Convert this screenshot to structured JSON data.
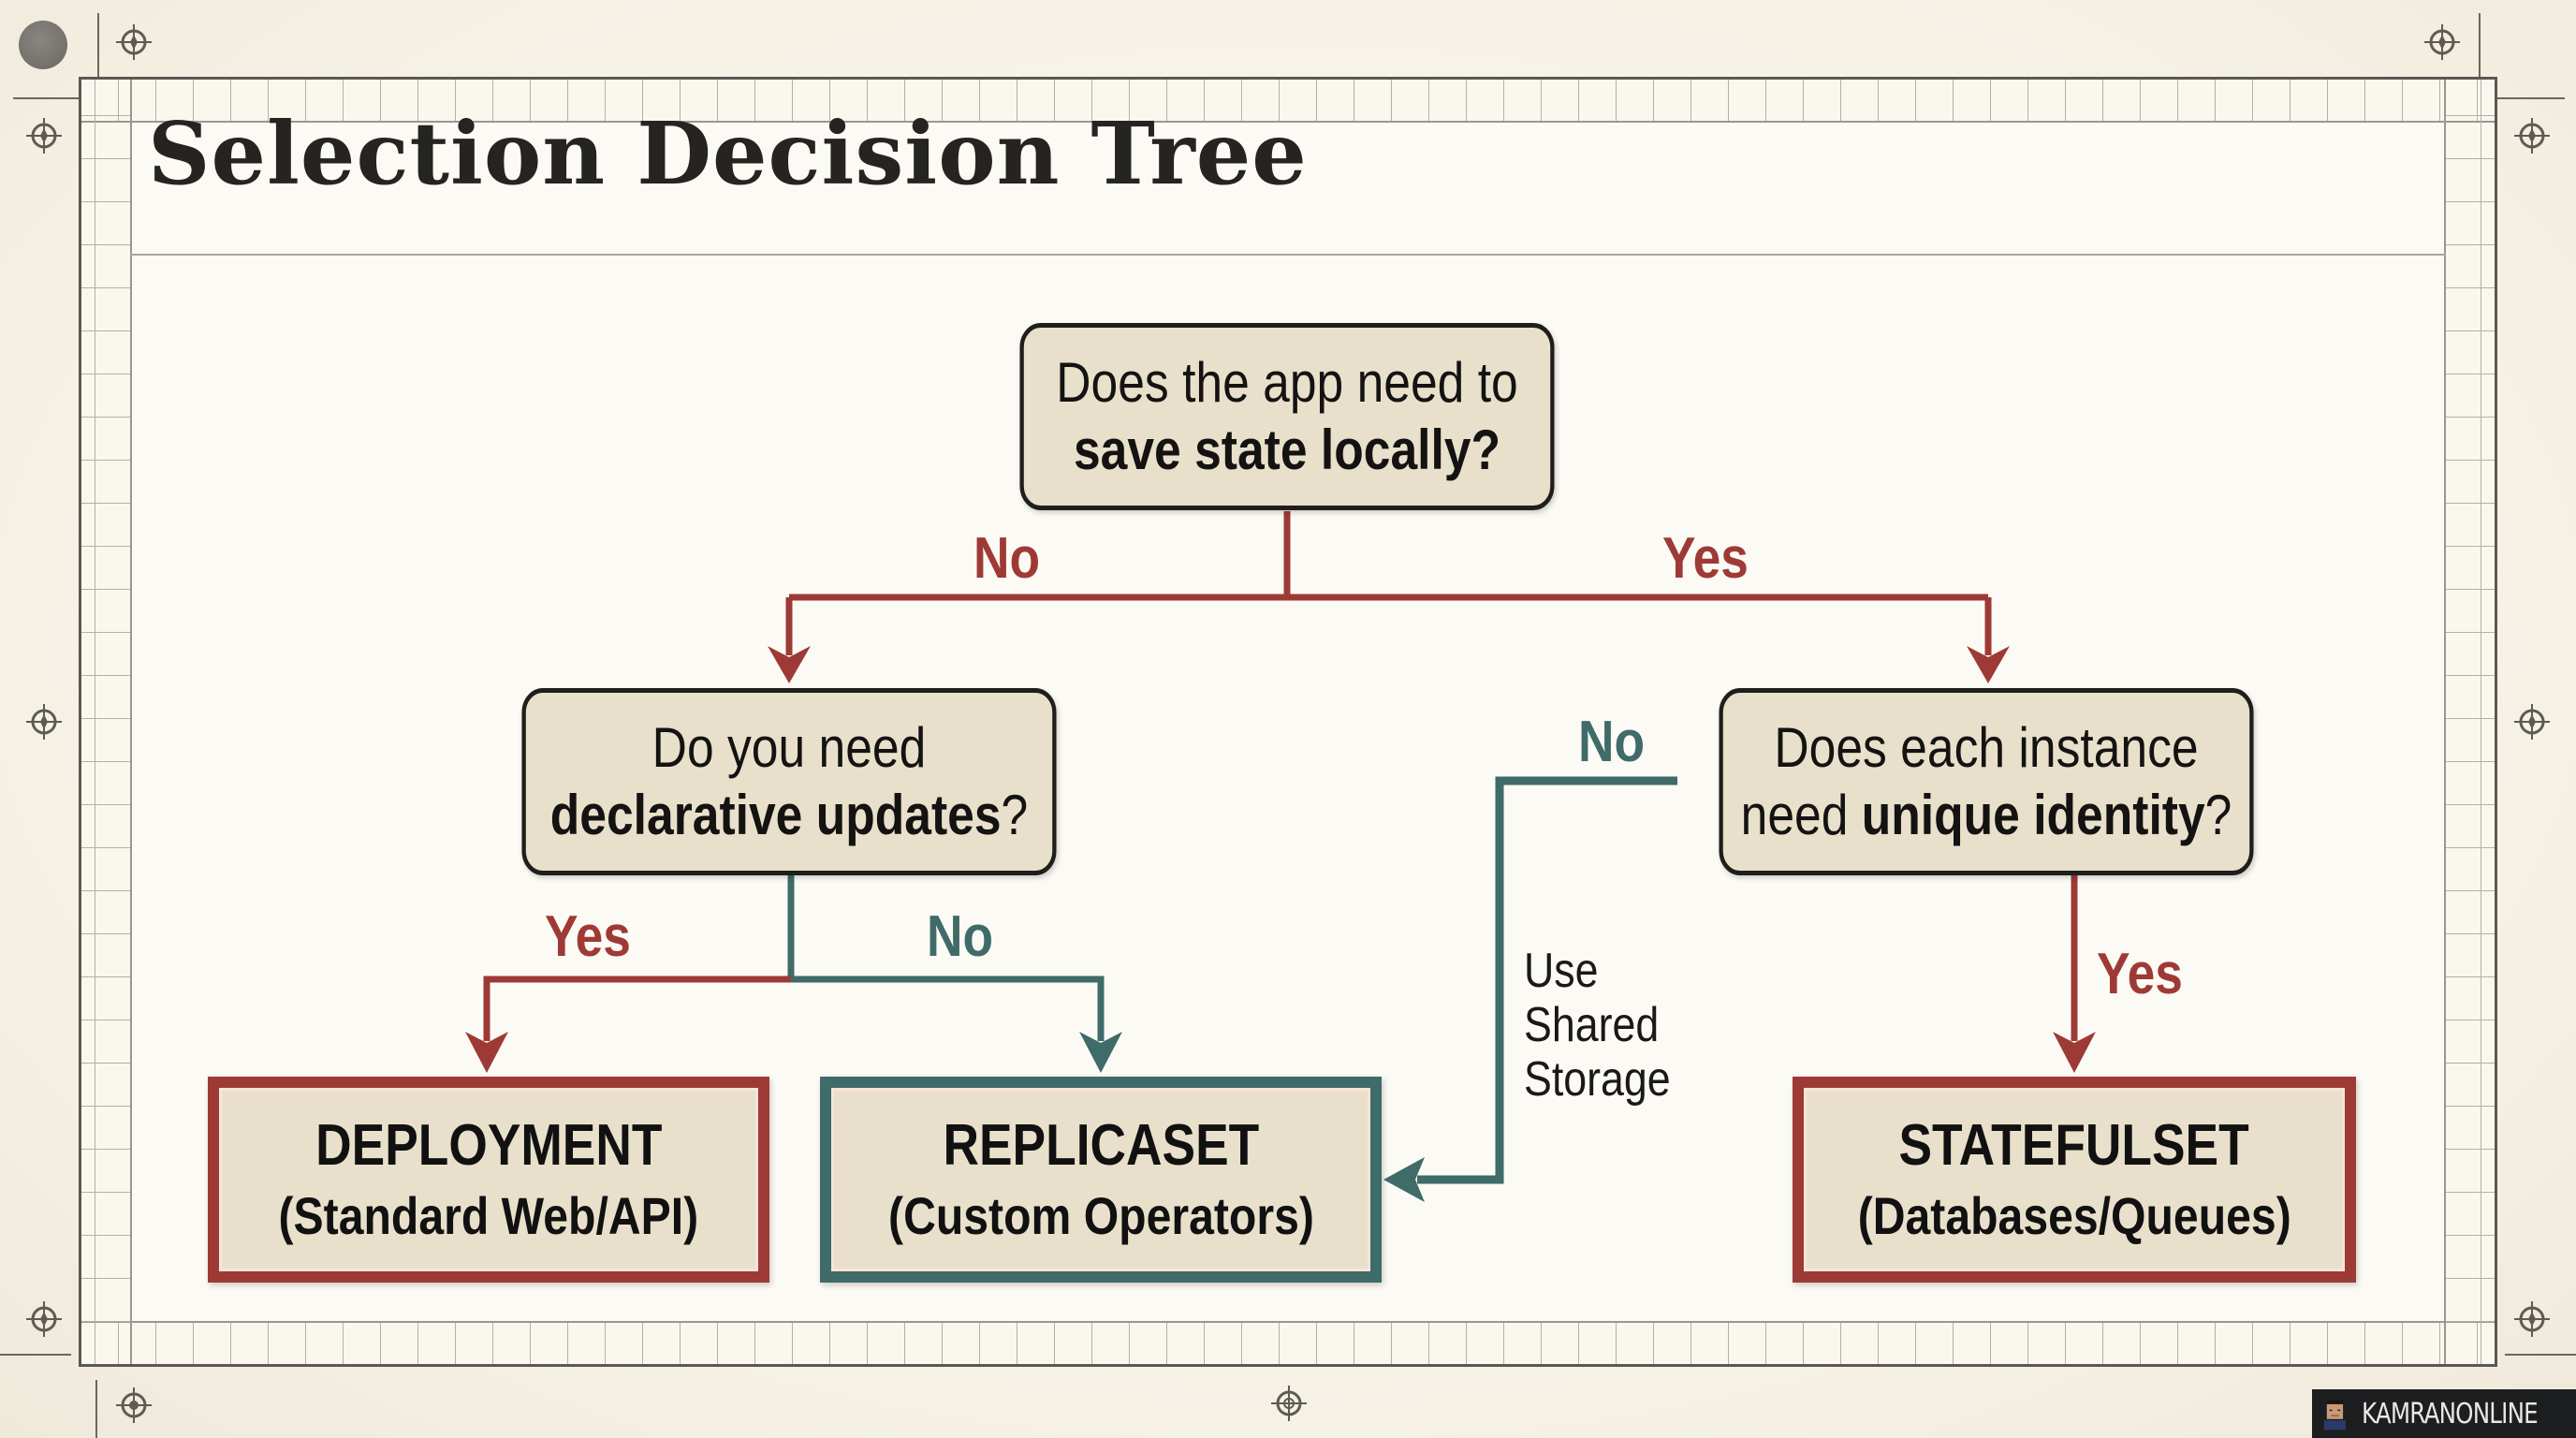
{
  "title": "Selection Decision Tree",
  "colors": {
    "paper": "#faf7ef",
    "node_fill": "#e9e0cb",
    "node_border": "#1f1e1b",
    "red": "#9e3a36",
    "teal": "#3f6b68",
    "text": "#141312"
  },
  "nodes": {
    "root": {
      "line1": "Does the app need to",
      "line2_bold": "save state locally?"
    },
    "left_question": {
      "line1": "Do you need",
      "line2_bold": "declarative updates",
      "line2_tail": "?"
    },
    "right_question": {
      "line1": "Does each instance",
      "line2_prefix": "need ",
      "line2_bold": "unique identity",
      "line2_tail": "?"
    }
  },
  "results": [
    {
      "title": "DEPLOYMENT",
      "subtitle": "(Standard Web/API)",
      "color": "#9e3a36"
    },
    {
      "title": "REPLICASET",
      "subtitle": "(Custom Operators)",
      "color": "#3f6b68"
    },
    {
      "title": "STATEFULSET",
      "subtitle": "(Databases/Queues)",
      "color": "#9e3a36"
    }
  ],
  "edges": {
    "root_no": "No",
    "root_yes": "Yes",
    "left_yes": "Yes",
    "left_no": "No",
    "right_no": "No",
    "right_yes": "Yes",
    "right_no_note": [
      "Use",
      "Shared",
      "Storage"
    ]
  },
  "watermark": {
    "text": "KAMRANONLINE",
    "icon": "avatar-icon"
  },
  "decor": {
    "crosshair_icon": "crosshair-registration-mark"
  }
}
